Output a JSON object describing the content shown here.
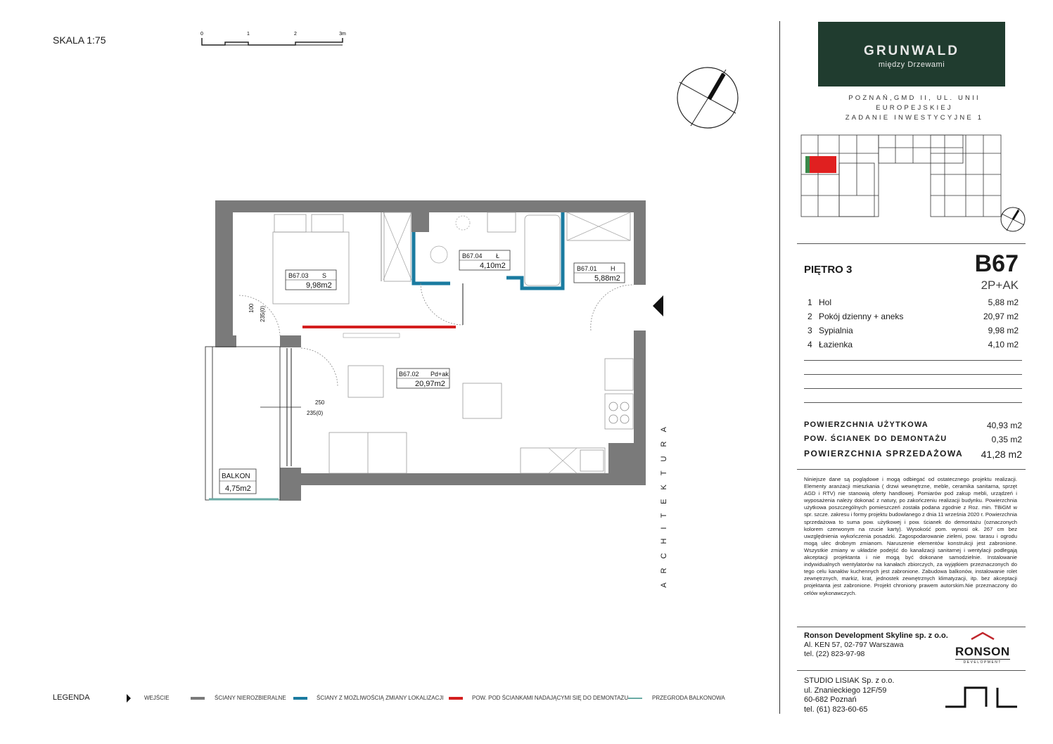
{
  "scale": {
    "label": "SKALA 1:75",
    "ticks": [
      "0",
      "1",
      "2",
      "3m"
    ]
  },
  "brand": {
    "title": "GRUNWALD",
    "subtitle": "między Drzewami"
  },
  "address": {
    "line1": "POZNAŃ,GMD II, UL. UNII EUROPEJSKIEJ",
    "line2": "ZADANIE INWESTYCYJNE 1"
  },
  "apartment": {
    "floor": "PIĘTRO 3",
    "unit": "B67",
    "type": "2P+AK"
  },
  "rooms": [
    {
      "no": "1",
      "name": "Hol",
      "area": "5,88 m2"
    },
    {
      "no": "2",
      "name": "Pokój dzienny + aneks",
      "area": "20,97 m2"
    },
    {
      "no": "3",
      "name": "Sypialnia",
      "area": "9,98 m2"
    },
    {
      "no": "4",
      "name": "Łazienka",
      "area": "4,10 m2"
    }
  ],
  "summary": {
    "usable_label": "POWIERZCHNIA UŻYTKOWA",
    "usable_value": "40,93 m2",
    "demolition_label": "POW. ŚCIANEK DO DEMONTAŻU",
    "demolition_value": "0,35 m2",
    "sales_label": "POWIERZCHNIA SPRZEDAŻOWA",
    "sales_value": "41,28 m2"
  },
  "disclaimer": "Niniejsze dane są poglądowe i mogą odbiegać od ostatecznego projektu realizacji. Elementy aranżacji mieszkania ( drzwi wewnętrzne, meble, ceramika sanitarna, sprzęt AGD i RTV) nie stanowią oferty handlowej. Pomiarów pod zakup mebli, urządzeń i wyposażenia należy dokonać z natury, po zakończeniu realizacji budynku. Powierzchnia użytkowa poszczególnych pomieszczeń została podana zgodnie z Roz. min. TBiGM w spr. szcze. zakresu i formy projektu budowlanego z dnia 11 września 2020 r. Powierzchnia sprzedażowa to suma pow. użytkowej i pow. ścianek do demontażu (oznaczonych kolorem czerwonym na rzucie karty). Wysokość pom. wynosi ok. 267 cm bez uwzględnienia wykończenia posadzki. Zagospodarowanie zieleni, pow. tarasu i ogrodu mogą ulec drobnym zmianom. Naruszenie elementów konstrukcji jest zabronione. Wszystkie zmiany w układzie podejść do kanalizacji sanitarnej i wentylacji podlegają akceptacji projektanta i nie mogą być dokonane samodzielnie. Instalowanie indywidualnych wentylatorów na kanałach zbiorczych, za wyjątkiem przeznaczonych do tego celu kanałów kuchennych jest zabronione. Zabudowa balkonów, instalowanie rolet zewnętrznych, markiz, krat, jednostek zewnętrznych klimatyzacji, itp. bez akceptacji projektanta jest zabronione. Projekt chroniony prawem autorskim.Nie przeznaczony do celów wykonawczych.",
  "developer": {
    "name": "Ronson Development Skyline sp. z o.o.",
    "address": "Al. KEN 57, 02-797 Warszawa",
    "phone": "tel. (22) 823-97-98"
  },
  "ronson_logo": {
    "name": "RONSON",
    "sub": "DEVELOPMENT"
  },
  "studio": {
    "name": "STUDIO LISIAK Sp. z o.o.",
    "street": "ul. Znanieckiego 12F/59",
    "city": "60-682 Poznań",
    "phone": "tel. (61) 823-60-65"
  },
  "vertical_label": "ARCHITEKTURA",
  "legend": {
    "title": "LEGENDA",
    "entrance": "WEJŚCIE",
    "fixed_walls": "ŚCIANY NIEROZBIERALNE",
    "movable_walls": "ŚCIANY Z MOŻLIWOŚCIĄ ZMIANY LOKALIZACJI",
    "demolition": "POW. POD ŚCIANKAMI NADAJĄCYMI SIĘ DO DEMONTAŻU",
    "balcony_divider": "PRZEGRODA BALKONOWA"
  },
  "colors": {
    "fixed_wall": "#7a7a7a",
    "movable_wall": "#1a7ba0",
    "demolition": "#d41f1f",
    "balcony": "#6aaba5",
    "brand": "#203c2f"
  },
  "plan": {
    "bedroom": {
      "code": "B67.03",
      "letter": "S",
      "area": "9,98m2"
    },
    "bathroom": {
      "code": "B67.04",
      "letter": "Ł",
      "area": "4,10m2"
    },
    "hall": {
      "code": "B67.01",
      "letter": "H",
      "area": "5,88m2"
    },
    "living": {
      "code": "B67.02",
      "letter": "Pd+ak",
      "area": "20,97m2"
    },
    "balcony": {
      "label": "BALKON",
      "area": "4,75m2"
    },
    "dims": {
      "window1_h": "100",
      "window1_w": "235(0)",
      "window2_h": "250",
      "window2_w": "235(0)"
    }
  }
}
